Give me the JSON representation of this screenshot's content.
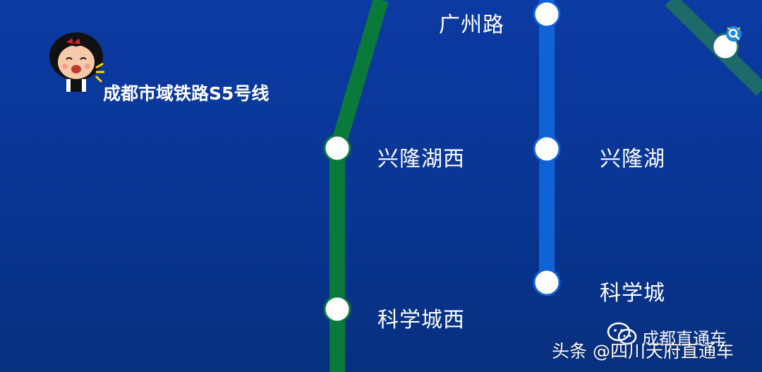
{
  "title": "成都市域铁路S5号线",
  "stations": {
    "green_top": "兴隆湖西",
    "green_bottom": "科学城西",
    "blue_top": "广州路",
    "blue_middle": "兴隆湖",
    "blue_bottom": "科学城"
  },
  "colors": {
    "green_line": "#0a7a3a",
    "blue_line": "#0f63d6",
    "teal_line": "#1d6a6a",
    "background": "#0a3696"
  },
  "watermark": {
    "wechat_account": "成都直通车",
    "toutiao": "头条 @四川天府直通车"
  },
  "icons": [
    "cartoon-avatar-icon",
    "wechat-icon",
    "search-bubble-icon"
  ]
}
